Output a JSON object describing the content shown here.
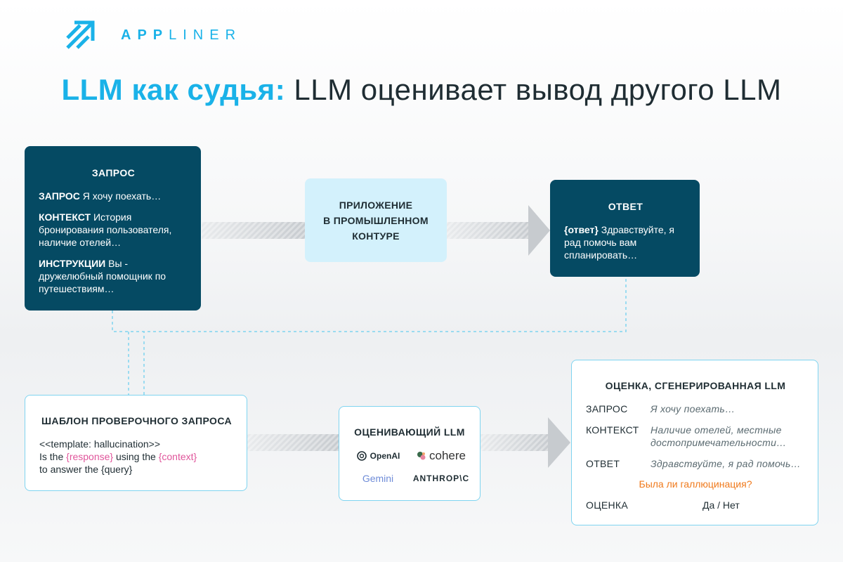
{
  "brand": {
    "name_bold": "APP",
    "name_light": "LINER"
  },
  "title": {
    "accent": "LLM как судья:",
    "rest": " LLM оценивает вывод другого LLM"
  },
  "query_card": {
    "heading": "ЗАПРОС",
    "query_label": "ЗАПРОС",
    "query_text": " Я хочу поехать…",
    "context_label": "КОНТЕКСТ",
    "context_text": " История бронирования пользователя, наличие отелей…",
    "instr_label": "ИНСТРУКЦИИ",
    "instr_text": " Вы - дружелюбный помощник по путешествиям…"
  },
  "app_box": {
    "line1": "ПРИЛОЖЕНИЕ",
    "line2": "В ПРОМЫШЛЕННОМ",
    "line3": "КОНТУРЕ"
  },
  "answer_card": {
    "heading": "ОТВЕТ",
    "label": "{ответ}",
    "text": " Здравствуйте, я рад помочь вам спланировать…"
  },
  "template_card": {
    "heading": "ШАБЛОН ПРОВЕРОЧНОГО ЗАПРОСА",
    "line1": "<<template: hallucination>>",
    "line2_a": "Is the ",
    "line2_b": "{response}",
    "line2_c": " using the ",
    "line2_d": "{context}",
    "line3": "to answer the {query}"
  },
  "judge_card": {
    "heading": "ОЦЕНИВАЮЩИЙ LLM",
    "logos": {
      "openai": "OpenAI",
      "cohere": "cohere",
      "gemini": "Gemini",
      "anthropic": "ANTHROP\\C"
    }
  },
  "eval_card": {
    "heading": "ОЦЕНКА, СГЕНЕРИРОВАННАЯ LLM",
    "rows": [
      {
        "key": "ЗАПРОС",
        "value": "Я хочу поехать…"
      },
      {
        "key": "КОНТЕКСТ",
        "value": "Наличие отелей, местные достопримечательности…"
      },
      {
        "key": "ОТВЕТ",
        "value": "Здравствуйте, я рад помочь…"
      }
    ],
    "question": "Была ли галлюцинация?",
    "score_key": "ОЦЕНКА",
    "score_value": "Да / Нет"
  },
  "colors": {
    "accent": "#1ab2e8",
    "dark_card": "#054a63",
    "light_box": "#d3f1fc",
    "pink": "#e0559b",
    "orange": "#f07a1c"
  }
}
